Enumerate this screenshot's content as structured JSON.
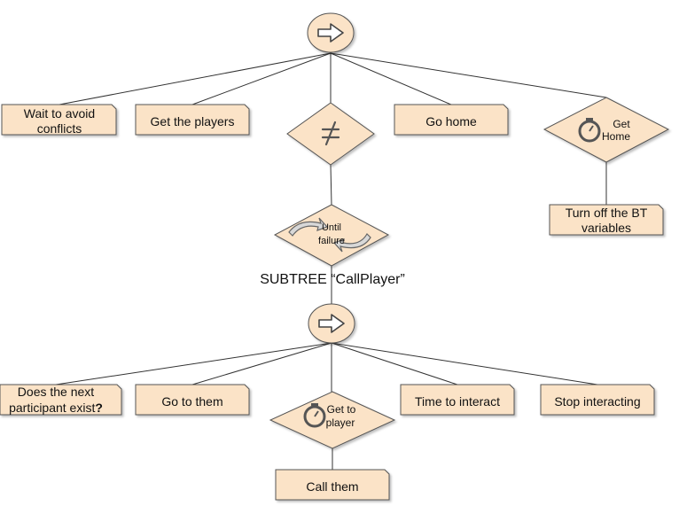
{
  "colors": {
    "node_fill": "#fbe3c7",
    "node_stroke": "#555555",
    "edge": "#333333",
    "icon": "#555555"
  },
  "main_tree": {
    "root_icon": "sequence-arrow-icon",
    "task_wait": [
      "Wait to avoid",
      "conflicts"
    ],
    "task_get_players": "Get the players",
    "inverter_icon": "not-equal-icon",
    "task_go_home": "Go home",
    "timeout_label": [
      "Get",
      "Home"
    ],
    "timeout_icon": "stopwatch-icon",
    "task_turn_off": [
      "Turn off the BT",
      "variables"
    ],
    "loop_label": [
      "Until",
      "failure"
    ],
    "loop_icon": "loop-arrows-icon"
  },
  "subtree": {
    "title": "SUBTREE “CallPlayer”",
    "root_icon": "sequence-arrow-icon",
    "task_next_participant": [
      "Does the next",
      "participant exist"
    ],
    "task_next_participant_mark": "?",
    "task_go_to_them": "Go to them",
    "timeout_label": [
      "Get to",
      "player"
    ],
    "timeout_icon": "stopwatch-icon",
    "task_time_to_interact": "Time to interact",
    "task_stop_interacting": "Stop interacting",
    "task_call_them": "Call them"
  }
}
